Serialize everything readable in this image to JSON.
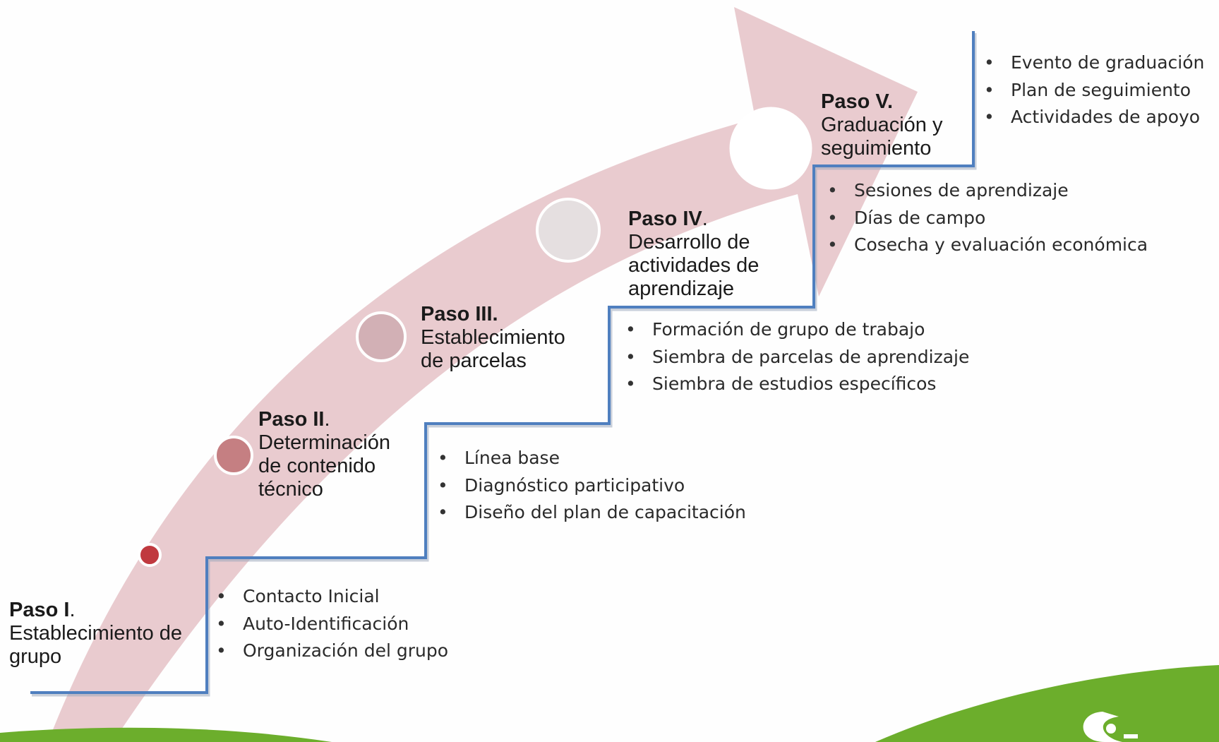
{
  "colors": {
    "arrow": "#e8c8cc",
    "staircase": "#4f7fbf",
    "circle1": "#c0393f",
    "circle2": "#c57f82",
    "circle3": "#d2b0b5",
    "circle4": "#e5dfe0",
    "circle5": "#ffffff",
    "ground": "#6cae2c"
  },
  "steps": [
    {
      "number": "Paso I",
      "suffix": ".",
      "description": "Establecimiento de grupo",
      "items": [
        "Contacto Inicial",
        " Auto-Identificación",
        " Organización del grupo"
      ]
    },
    {
      "number": "Paso II",
      "suffix": ".",
      "description": "Determinación de contenido técnico",
      "items": [
        "Línea base",
        "Diagnóstico participativo",
        "Diseño del plan de capacitación"
      ]
    },
    {
      "number": "Paso III.",
      "suffix": "",
      "description": "Establecimiento de parcelas",
      "items": [
        "Formación de grupo de trabajo",
        "Siembra de parcelas de aprendizaje",
        "Siembra de estudios específicos"
      ]
    },
    {
      "number": "Paso IV",
      "suffix": ".",
      "description": "Desarrollo de actividades de aprendizaje",
      "items": [
        "Sesiones de aprendizaje",
        "Días de campo",
        "Cosecha y evaluación económica"
      ]
    },
    {
      "number": "Paso V.",
      "suffix": "",
      "description": "Graduación y seguimiento",
      "items": [
        "Evento de graduación",
        "Plan de seguimiento",
        "Actividades de apoyo"
      ]
    }
  ],
  "logo_icon": "logo-mark"
}
